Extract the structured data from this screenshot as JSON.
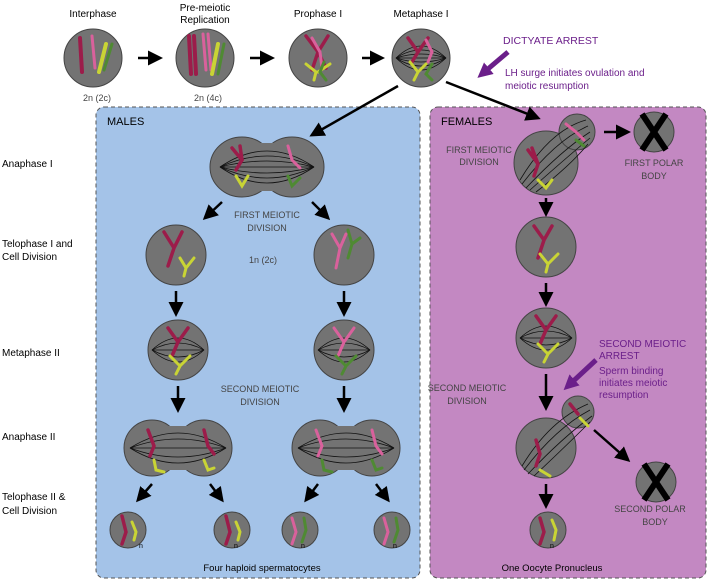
{
  "stages_top": {
    "interphase": "Interphase",
    "premeiotic_line1": "Pre-meiotic",
    "premeiotic_line2": "Replication",
    "prophase": "Prophase I",
    "metaphase": "Metaphase I",
    "ploidy_interphase": "2n (2c)",
    "ploidy_premeiotic": "2n (4c)"
  },
  "row_labels": {
    "anaphase1": "Anaphase I",
    "telophase1_line1": "Telophase I and",
    "telophase1_line2": "Cell Division",
    "metaphase2": "Metaphase II",
    "anaphase2": "Anaphase II",
    "telophase2_line1": "Telophase II &",
    "telophase2_line2": "Cell Division"
  },
  "dictyate": {
    "title": "DICTYATE ARREST",
    "line1": "LH surge initiates ovulation and",
    "line2": "meiotic resumption"
  },
  "males": {
    "title": "MALES",
    "first_div_line1": "FIRST MEIOTIC",
    "first_div_line2": "DIVISION",
    "ploidy": "1n (2c)",
    "second_div_line1": "SECOND MEIOTIC",
    "second_div_line2": "DIVISION",
    "footer": "Four haploid spermatocytes",
    "n_label": "n"
  },
  "females": {
    "title": "FEMALES",
    "first_div_line1": "FIRST MEIOTIC",
    "first_div_line2": "DIVISION",
    "first_polar_line1": "FIRST POLAR",
    "first_polar_line2": "BODY",
    "second_arrest_line1": "SECOND MEIOTIC",
    "second_arrest_line2": "ARREST",
    "sperm_line1": "Sperm binding",
    "sperm_line2": "initiates meiotic",
    "sperm_line3": "resumption",
    "second_div_line1": "SECOND MEIOTIC",
    "second_div_line2": "DIVISION",
    "second_polar_line1": "SECOND POLAR",
    "second_polar_line2": "BODY",
    "footer": "One Oocyte Pronucleus",
    "n_label": "n"
  },
  "colors": {
    "male_panel": "#a4c3e8",
    "female_panel": "#c388c2",
    "cell": "#737373",
    "crimson": "#9c1c4a",
    "pink": "#d9619c",
    "lime": "#c9d435",
    "green": "#4f8a33",
    "purple_text": "#6b1f8a"
  }
}
